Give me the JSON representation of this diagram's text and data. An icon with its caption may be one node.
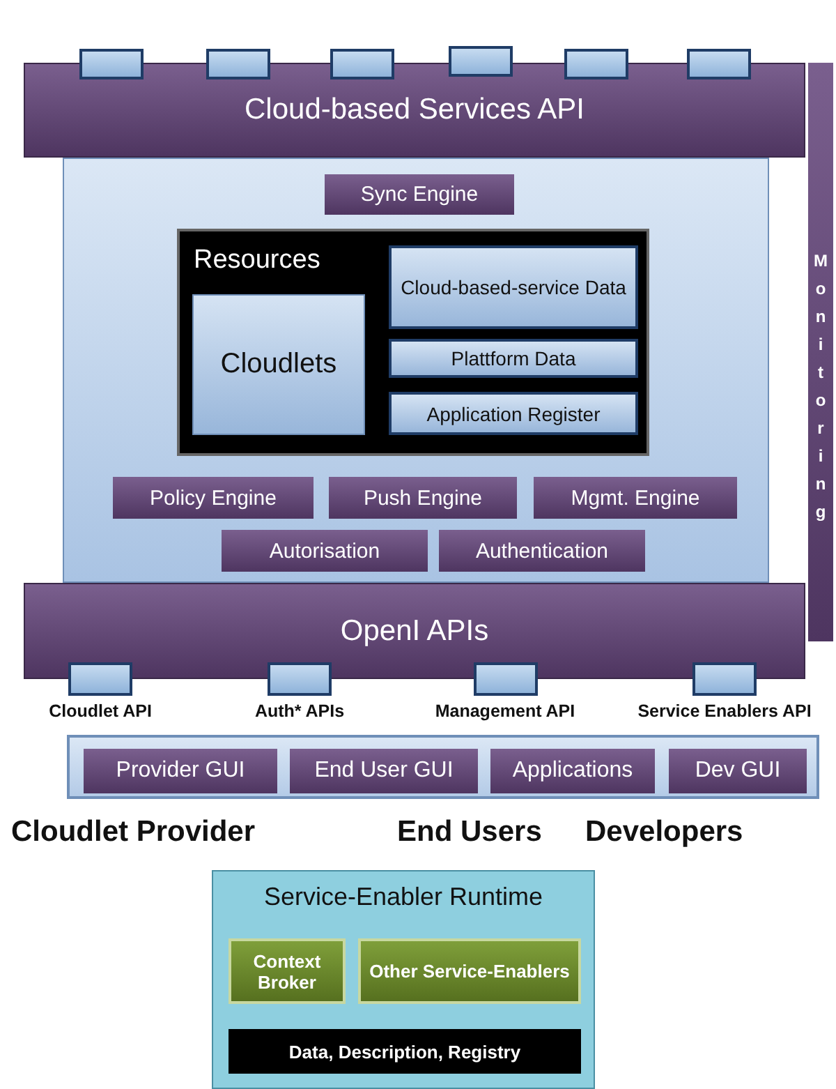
{
  "diagram": {
    "nodes": [
      {
        "text": [],
        "shape": "box"
      },
      {
        "text": [],
        "shape": "box"
      },
      {
        "text": [],
        "shape": "box"
      },
      {
        "text": [],
        "shape": "box"
      },
      {
        "text": [],
        "shape": "box"
      },
      {
        "text": [],
        "shape": "box"
      },
      {
        "text": [
          "Cloud-based Services API"
        ]
      },
      {
        "text": [],
        "shape": "box"
      },
      {
        "text": [
          "Sync Engine"
        ],
        "in": 7
      },
      {
        "text": [
          "Resources"
        ],
        "in": 7
      },
      {
        "text": [
          "Cloudlets"
        ],
        "in": 9
      },
      {
        "text": [
          "Cloud-based-service Data"
        ],
        "in": 9
      },
      {
        "text": [
          "Plattform Data"
        ],
        "in": 9
      },
      {
        "text": [
          "Application Register"
        ],
        "in": 9
      },
      {
        "text": [
          "Policy Engine"
        ],
        "in": 7
      },
      {
        "text": [
          "Push Engine"
        ],
        "in": 7
      },
      {
        "text": [
          "Mgmt. Engine"
        ],
        "in": 7
      },
      {
        "text": [
          "Autorisation"
        ],
        "in": 7
      },
      {
        "text": [
          "Authentication"
        ],
        "in": 7
      },
      {
        "text": [
          "Monitoring"
        ]
      },
      {
        "text": [
          "OpenI APIs"
        ]
      },
      {
        "text": [
          "Cloudlet API"
        ]
      },
      {
        "text": [
          "Auth* APIs"
        ]
      },
      {
        "text": [
          "Management API"
        ]
      },
      {
        "text": [
          "Service Enablers API"
        ]
      },
      {
        "text": [],
        "shape": "box"
      },
      {
        "text": [
          "Provider GUI"
        ],
        "in": 25
      },
      {
        "text": [
          "End User GUI"
        ],
        "in": 25
      },
      {
        "text": [
          "Applications"
        ],
        "in": 25
      },
      {
        "text": [
          "Dev GUI"
        ],
        "in": 25
      },
      {
        "text": [
          "Service-Enabler Runtime"
        ]
      },
      {
        "text": [
          "Context Broker"
        ],
        "in": 30
      },
      {
        "text": [
          "Other Service-Enablers"
        ],
        "in": 30
      },
      {
        "text": [
          "Data, Description, Registry"
        ],
        "in": 30
      }
    ],
    "labels": [
      "Cloudlet Provider",
      "End Users",
      "Developers"
    ]
  }
}
